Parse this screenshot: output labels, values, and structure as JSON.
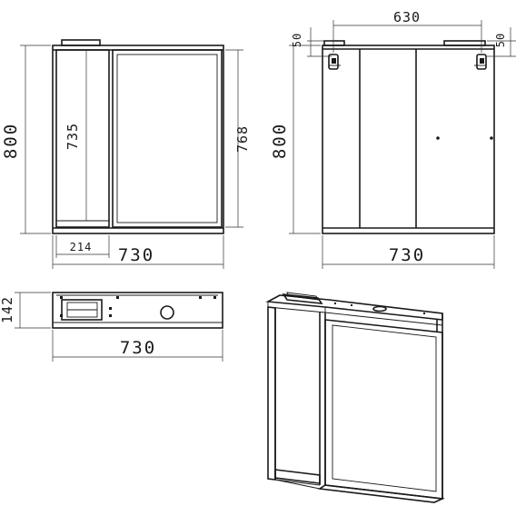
{
  "front_view": {
    "overall_width": "730",
    "overall_height": "800",
    "shelf_height": "735",
    "shelf_width": "214",
    "mirror_height": "768"
  },
  "back_view": {
    "mount_spacing": "630",
    "left_offset": "50",
    "right_offset": "50",
    "overall_width": "730",
    "overall_height": "800"
  },
  "top_view": {
    "depth": "142",
    "overall_width": "730"
  }
}
